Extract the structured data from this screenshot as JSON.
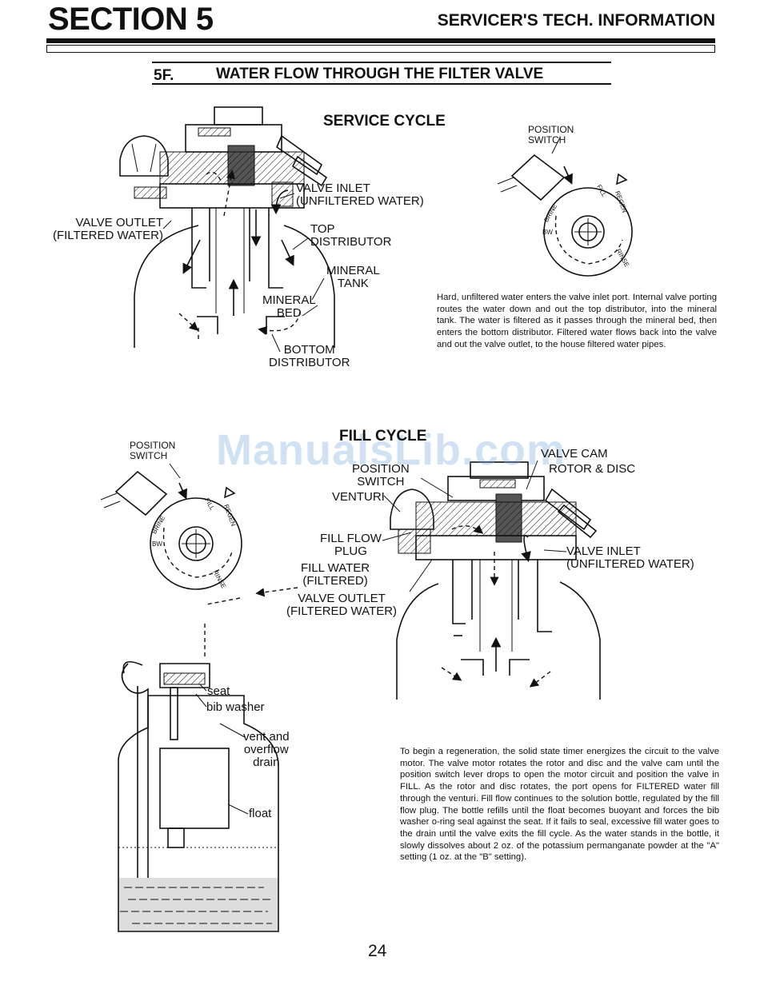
{
  "header": {
    "section": "SECTION 5",
    "subtitle": "SERVICER'S TECH. INFORMATION"
  },
  "subsection": {
    "number": "5F.",
    "title": "WATER FLOW THROUGH THE FILTER VALVE"
  },
  "service_cycle": {
    "title": "SERVICE CYCLE",
    "labels": {
      "valve_inlet": "VALVE INLET\n(UNFILTERED WATER)",
      "valve_outlet": "VALVE OUTLET\n(FILTERED WATER)",
      "top_distributor": "TOP\nDISTRIBUTOR",
      "mineral_tank": "MINERAL\nTANK",
      "mineral_bed": "MINERAL\nBED",
      "bottom_distributor": "BOTTOM\nDISTRIBUTOR",
      "position_switch": "POSITION\nSWITCH"
    },
    "description": "Hard, unfiltered water enters the valve inlet port. Internal valve porting routes the water down and out the top distributor, into the mineral tank. The water is filtered as it passes through the mineral bed, then enters the bottom distributor. Filtered water flows back into the valve and out the valve outlet, to the house filtered water pipes."
  },
  "fill_cycle": {
    "title": "FILL CYCLE",
    "labels": {
      "position_switch_left": "POSITION\nSWITCH",
      "valve_cam": "VALVE CAM",
      "rotor_disc": "ROTOR & DISC",
      "position_switch": "POSITION\nSWITCH",
      "venturi": "VENTURI",
      "fill_flow_plug": "FILL FLOW\nPLUG",
      "fill_water": "FILL WATER\n(FILTERED)",
      "valve_outlet": "VALVE OUTLET\n(FILTERED WATER)",
      "valve_inlet": "VALVE INLET\n(UNFILTERED WATER)",
      "seat": "seat",
      "bib_washer": "bib washer",
      "vent_overflow": "vent and\noverflow\ndrain",
      "float": "float"
    },
    "description": "To begin a regeneration, the solid state timer energizes the circuit to the valve motor. The valve motor rotates the rotor and disc and the valve cam until the position switch lever drops to open the motor circuit and position the valve in FILL. As the rotor and disc rotates, the port opens for FILTERED water fill through the venturi. Fill flow continues to the solution bottle, regulated by the fill flow plug. The bottle refills until the float becomes buoyant and forces the bib washer o-ring seal against the seat. If it fails to seal, excessive fill water goes to the drain until the valve exits the fill cycle. As the water stands in the bottle, it slowly dissolves about 2 oz. of the potassium permanganate powder at the \"A\" setting (1 oz. at the \"B\" setting)."
  },
  "dial_marks": {
    "fill": "FILL",
    "regen": "REGEN",
    "brine": "BRINE",
    "rinse": "RINSE",
    "bw": "BW"
  },
  "watermark": "ManualsLib.com",
  "page_number": "24"
}
